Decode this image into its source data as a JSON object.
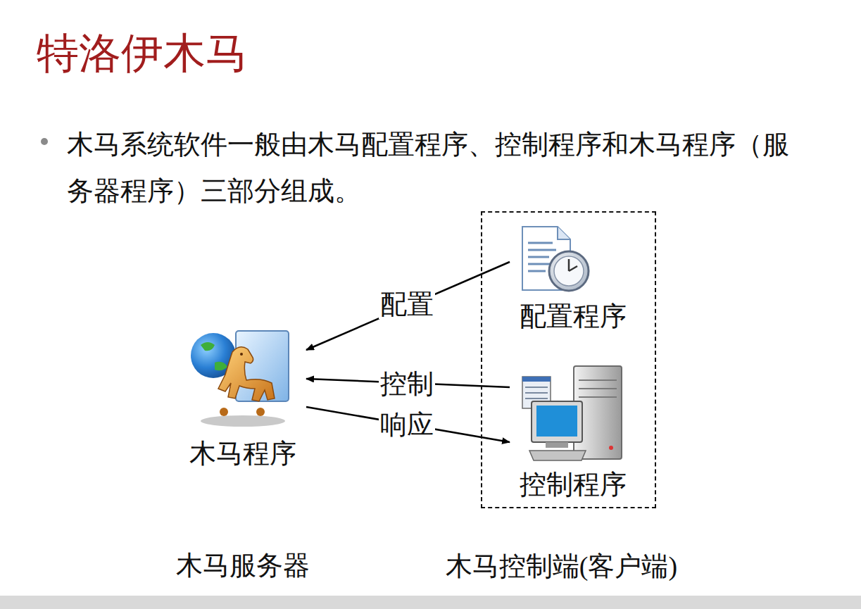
{
  "diagram": {
    "title": "特洛伊木马",
    "nodes": [
      {
        "text": [
          "木马程序"
        ]
      },
      {
        "text": [
          "木马控制端(客户端)"
        ]
      },
      {
        "text": [
          "配置程序"
        ],
        "in": 1
      },
      {
        "text": [
          "控制程序"
        ],
        "in": 1
      }
    ],
    "edges": [
      {
        "from": 2,
        "to": 0,
        "label": "配置",
        "arrow": "to"
      },
      {
        "from": 3,
        "to": 0,
        "label": "控制",
        "arrow": "to"
      },
      {
        "from": 0,
        "to": 3,
        "label": "响应",
        "arrow": "to"
      }
    ],
    "labels": [
      "木马系统软件一般由木马配置程序、控制程序和木马程序（服务器程序）三部分组成。",
      "木马服务器"
    ]
  }
}
